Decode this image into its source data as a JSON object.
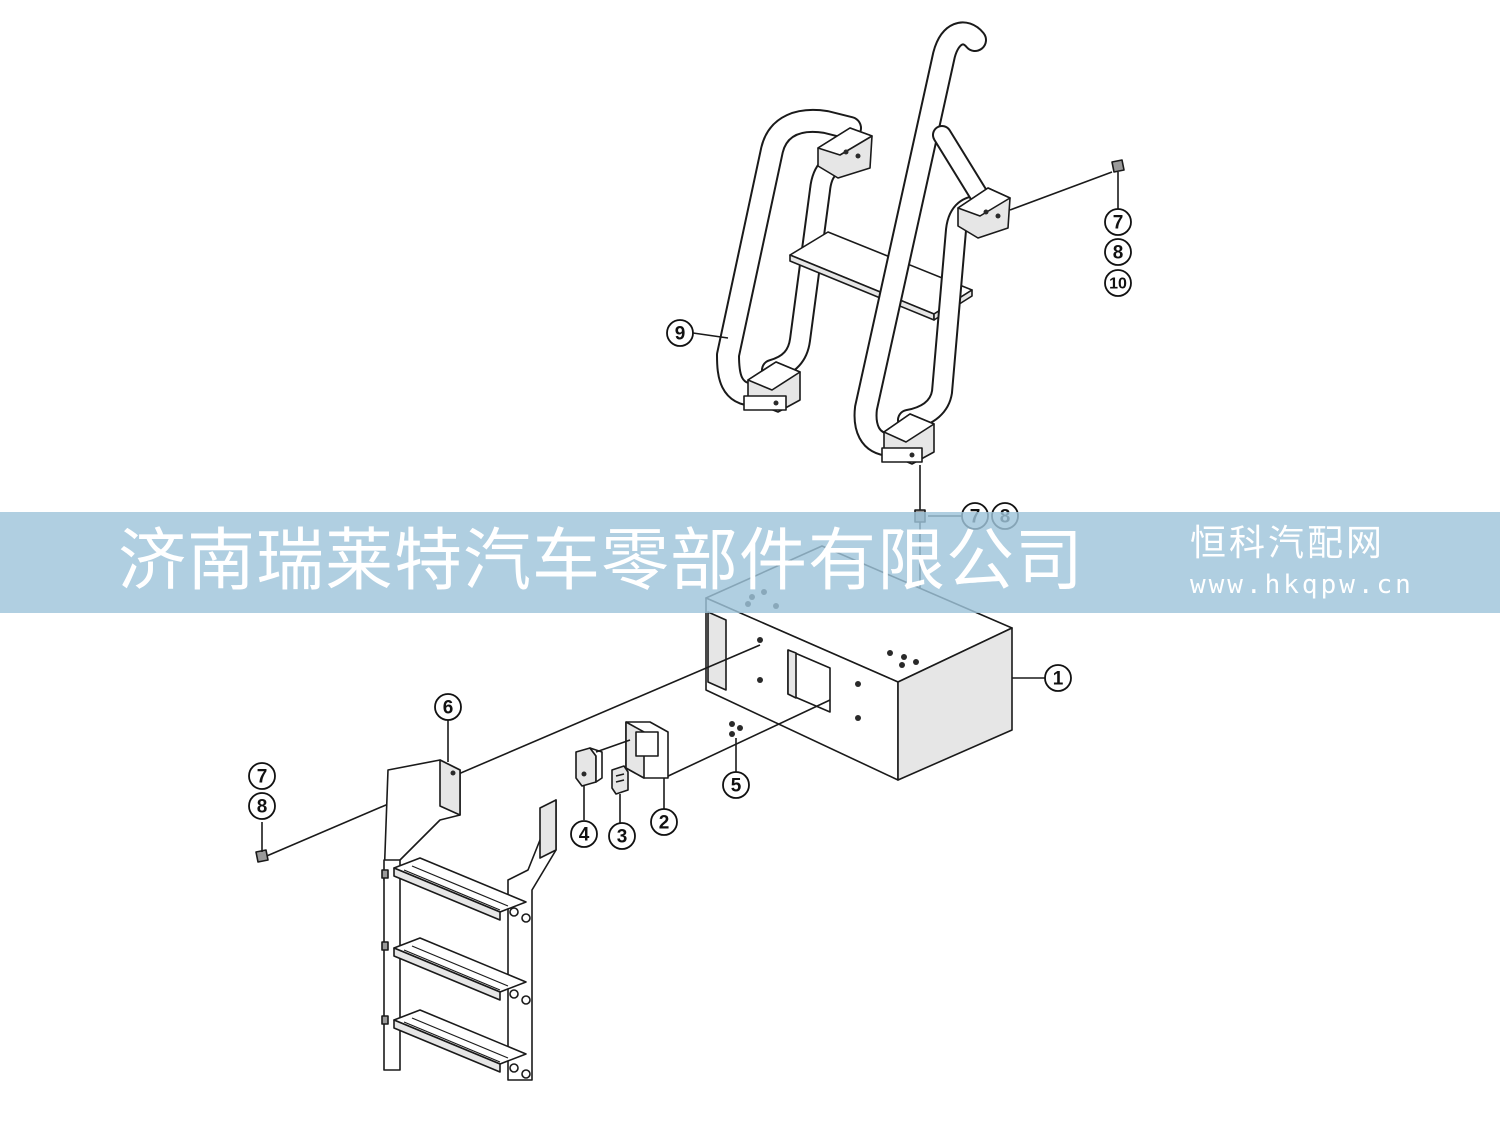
{
  "callouts": {
    "c1": "1",
    "c2": "2",
    "c3": "3",
    "c4": "4",
    "c5": "5",
    "c6": "6",
    "c7_left": "7",
    "c8_left": "8",
    "c7_mid": "7",
    "c8_mid": "8",
    "c7_top": "7",
    "c8_top": "8",
    "c9": "9",
    "c10": "10"
  },
  "watermark": {
    "company": "济南瑞莱特汽车零部件有限公司",
    "site": "恒科汽配网",
    "url": "www.hkqpw.cn"
  },
  "colors": {
    "line": "#1a1a1a",
    "watermark_band": "#9fc5db",
    "watermark_text": "#ffffff"
  }
}
